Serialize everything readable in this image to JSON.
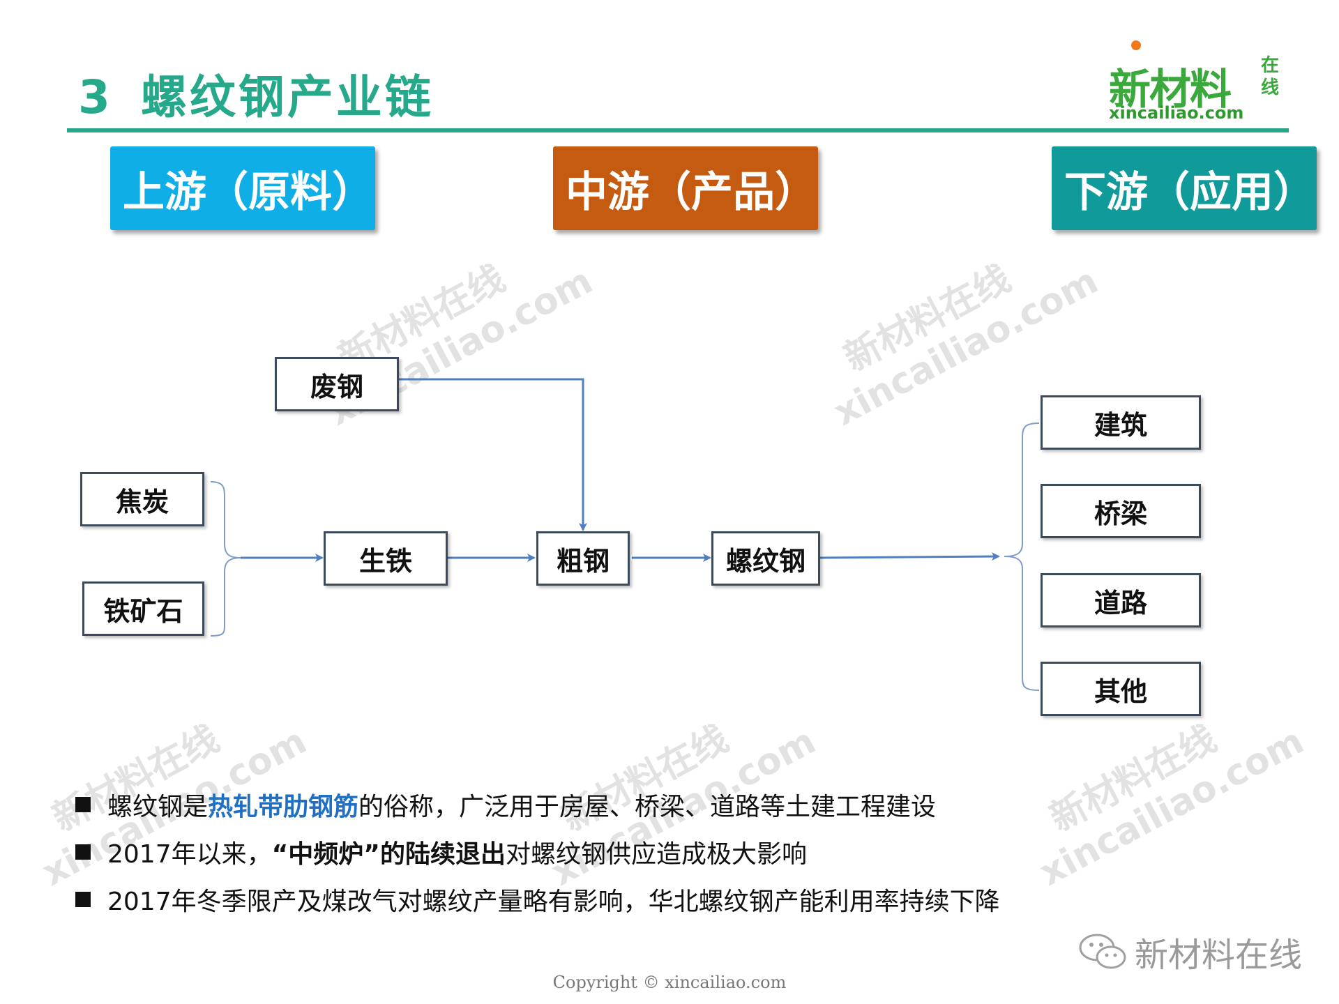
{
  "header": {
    "number": "3",
    "title": "螺纹钢产业链"
  },
  "logo": {
    "main": "新材料",
    "side": "在线",
    "url": "xincailiao.com"
  },
  "stages": {
    "upstream": "上游（原料）",
    "midstream": "中游（产品）",
    "downstream": "下游（应用）"
  },
  "nodes": {
    "scrap_steel": "废钢",
    "coke": "焦炭",
    "iron_ore": "铁矿石",
    "pig_iron": "生铁",
    "crude_steel": "粗钢",
    "rebar": "螺纹钢",
    "construction": "建筑",
    "bridges": "桥梁",
    "roads": "道路",
    "others": "其他"
  },
  "bullets": [
    {
      "pre": "螺纹钢是 ",
      "highlight": "热轧带肋钢筋",
      "post": " 的俗称，广泛用于房屋、桥梁、道路等土建工程建设"
    },
    {
      "pre": "2017年以来，",
      "highlight": "“中频炉”的陆续退出",
      "post": " 对螺纹钢供应造成极大影响"
    },
    {
      "pre": "2017年冬季限产及煤改气对螺纹产量略有影响，华北螺纹钢产能利用率持续下降",
      "highlight": "",
      "post": ""
    }
  ],
  "watermark": {
    "line1": "新材料在线",
    "line2": "xincailiao.com"
  },
  "wechat_label": "新材料在线",
  "footer": "Copyright © xincailiao.com",
  "colors": {
    "title": "#26a88a",
    "upstream": "#10aee6",
    "midstream": "#c55a11",
    "downstream": "#109a9a",
    "arrow": "#4f7fbf"
  }
}
